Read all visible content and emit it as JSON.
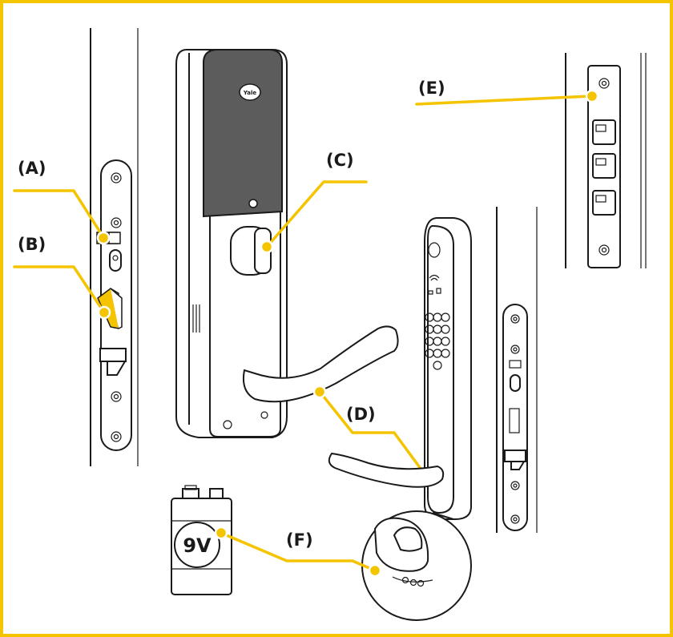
{
  "accent_color": "#f5c400",
  "brand": "Yale",
  "labels": {
    "a": "(A)",
    "b": "(B)",
    "c": "(C)",
    "d": "(D)",
    "e": "(E)",
    "f": "(F)"
  },
  "battery": {
    "text": "9V"
  }
}
